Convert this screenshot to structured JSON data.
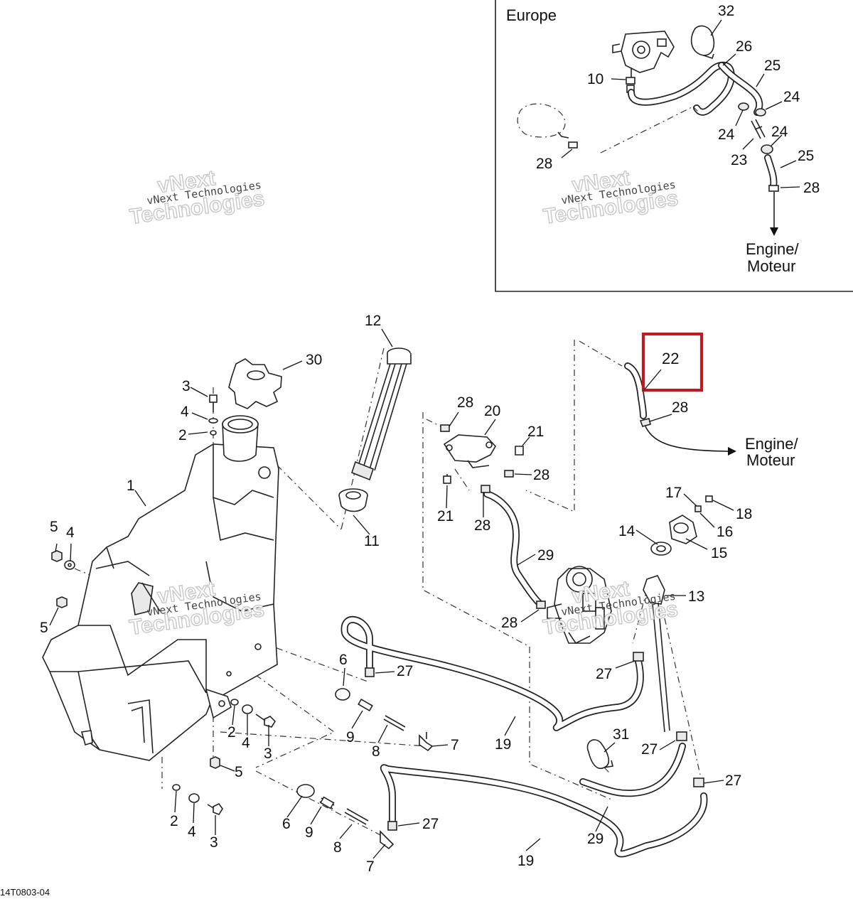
{
  "inset": {
    "region_label": "Europe",
    "destination_label": [
      "Engine/",
      "Moteur"
    ]
  },
  "main": {
    "destination_label": [
      "Engine/",
      "Moteur"
    ]
  },
  "highlight": {
    "part_number": "22",
    "color": "#d0121b"
  },
  "watermark": {
    "small_text": "vNext Technologies",
    "large_line1": "vNext",
    "large_line2": "Technologies"
  },
  "drawing_code": "14T0803-04",
  "callouts": {
    "c1": "1",
    "c2a": "2",
    "c2b": "2",
    "c2c": "2",
    "c3a": "3",
    "c3b": "3",
    "c3c": "3",
    "c4a": "4",
    "c4b": "4",
    "c4c": "4",
    "c4d": "4",
    "c5a": "5",
    "c5b": "5",
    "c5c": "5",
    "c6a": "6",
    "c6b": "6",
    "c7a": "7",
    "c7b": "7",
    "c8a": "8",
    "c8b": "8",
    "c9a": "9",
    "c9b": "9",
    "c10": "10",
    "c11": "11",
    "c12": "12",
    "c13": "13",
    "c14": "14",
    "c15": "15",
    "c16": "16",
    "c17": "17",
    "c18": "18",
    "c19a": "19",
    "c19b": "19",
    "c20": "20",
    "c21a": "21",
    "c21b": "21",
    "c22": "22",
    "c23": "23",
    "c24a": "24",
    "c24b": "24",
    "c24c": "24",
    "c25a": "25",
    "c25b": "25",
    "c26": "26",
    "c27a": "27",
    "c27b": "27",
    "c27c": "27",
    "c27d": "27",
    "c27e": "27",
    "c28a": "28",
    "c28b": "28",
    "c28c": "28",
    "c28d": "28",
    "c28e": "28",
    "c28f": "28",
    "c28g": "28",
    "c29a": "29",
    "c29b": "29",
    "c30": "30",
    "c31": "31",
    "c32": "32"
  }
}
